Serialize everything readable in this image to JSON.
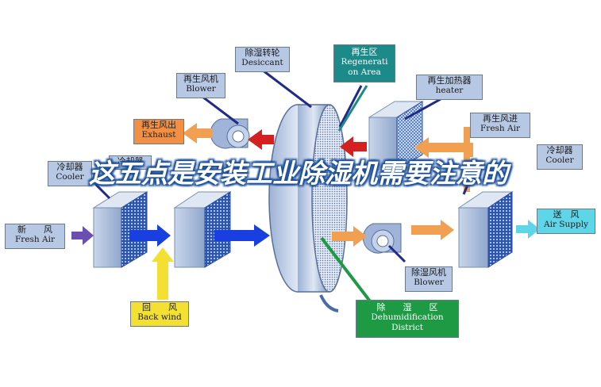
{
  "labels": {
    "desiccant": {
      "zh": "除湿转轮",
      "en": "Desiccant"
    },
    "regen_blower": {
      "zh": "再生风机",
      "en": "Blower"
    },
    "regen_area": {
      "zh": "再生区",
      "en1": "Regenerati",
      "en2": "on Area"
    },
    "regen_heater": {
      "zh": "再生加热器",
      "en": "heater"
    },
    "regen_exhaust": {
      "zh": "再生风出",
      "en": "Exhaust"
    },
    "regen_fresh_air": {
      "zh": "再生风进",
      "en": "Fresh Air"
    },
    "cooler_left": {
      "zh": "冷却器",
      "en": "Cooler"
    },
    "cooler_mid": {
      "zh": "冷却器"
    },
    "cooler_right": {
      "zh": "冷却器",
      "en": "Cooler"
    },
    "fresh_air": {
      "zh": "新　　风",
      "en": "Fresh Air"
    },
    "back_wind": {
      "zh": "回　　风",
      "en": "Back wind"
    },
    "dehum_blower": {
      "zh": "除湿风机",
      "en": "Blower"
    },
    "air_supply": {
      "zh": "送　风",
      "en": "Air Supply"
    },
    "dehum_district": {
      "zh": "除　　湿　　区",
      "en1": "Dehumidification",
      "en2": "District"
    }
  },
  "title": "这五点是安装工业除湿机需要注意的",
  "colors": {
    "label_blue": "#b7c8e4",
    "exhaust_orange": "#f28f42",
    "back_yellow": "#f3e032",
    "district_green": "#1e9944",
    "regen_teal": "#1d8a8a",
    "supply_cyan": "#5fd6e8",
    "flow_blue": "#1a3fe0",
    "flow_red": "#d42020",
    "flow_orange": "#f0a050"
  }
}
